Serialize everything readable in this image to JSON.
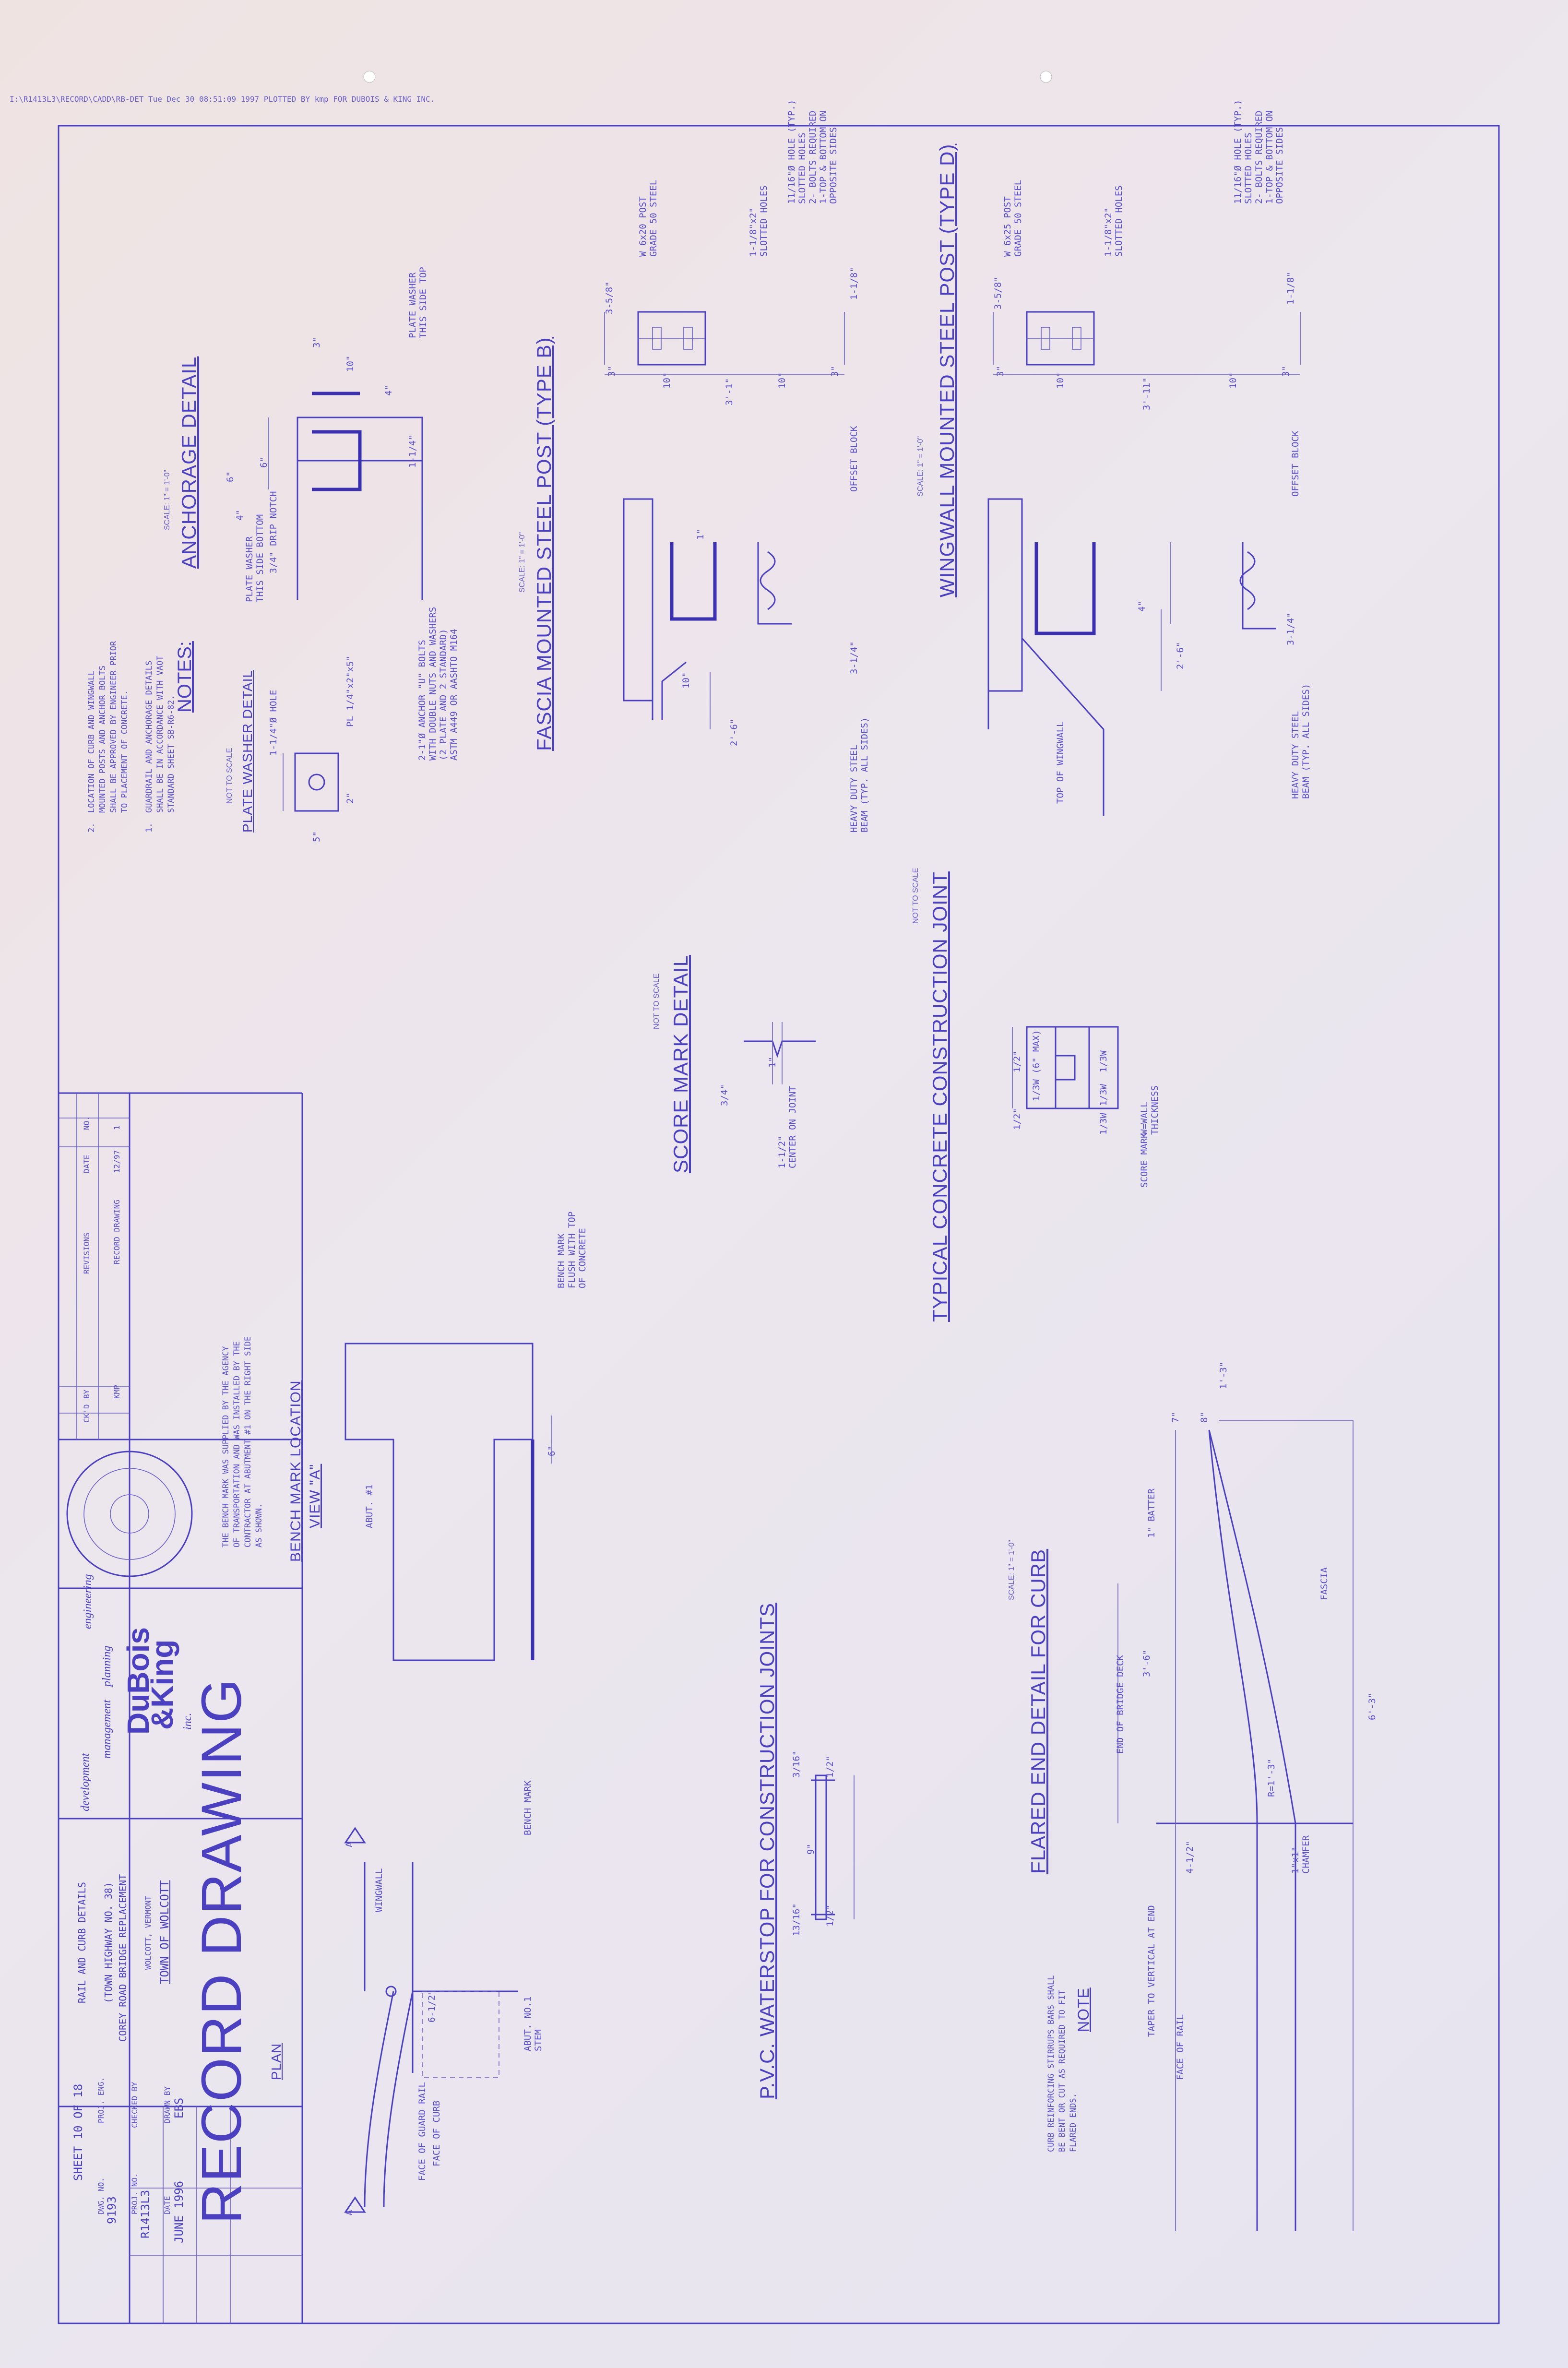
{
  "header": {
    "plot_info": "I:\\R1413L3\\RECORD\\CADD\\RB-DET  Tue Dec 30 08:51:09 1997  PLOTTED BY kmp FOR DUBOIS & KING INC."
  },
  "wingwall": {
    "title": "WINGWALL MOUNTED STEEL POST (TYPE D)",
    "scale": "SCALE: 1\" = 1'-0\"",
    "labels": {
      "hole": "11/16\"Ø HOLE (TYP.)\nSLOTTED HOLES\n2- BOLTS REQUIRED\n1-TOP & BOTTOM ON\nOPPOSITE SIDES",
      "slotted": "1-1/8\"x2\"\nSLOTTED HOLES",
      "post": "W 6x25 POST\nGRADE 50 STEEL",
      "d1": "1-1/8\"",
      "d2": "3-5/8\"",
      "d3": "3\"",
      "d4": "10\"",
      "d5": "3'-11\"",
      "d6": "10\"",
      "d7": "3\"",
      "offset": "OFFSET BLOCK",
      "d8": "3-1/4\"",
      "beam": "HEAVY DUTY STEEL\nBEAM (TYP. ALL SIDES)",
      "d9": "4\"",
      "d10": "2'-6\"",
      "top": "TOP OF WINGWALL"
    }
  },
  "fascia": {
    "title": "FASCIA MOUNTED STEEL POST (TYPE B)",
    "scale": "SCALE: 1\" = 1'-0\"",
    "labels": {
      "hole": "11/16\"Ø HOLE (TYP.)\nSLOTTED HOLES\n2- BOLTS REQUIRED\n1-TOP & BOTTOM ON\nOPPOSITE SIDES",
      "slotted": "1-1/8\"x2\"\nSLOTTED HOLES",
      "post": "W 6x20 POST\nGRADE 50 STEEL",
      "d1": "1-1/8\"",
      "d2": "3-5/8\"",
      "d3": "3\"",
      "d4": "10\"",
      "d5": "3'-1\"",
      "d6": "10\"",
      "d7": "3\"",
      "offset": "OFFSET BLOCK",
      "d8": "3-1/4\"",
      "beam": "HEAVY DUTY STEEL\nBEAM (TYP. ALL SIDES)",
      "d9": "1\"",
      "d10": "2'-6\"",
      "d11": "10\""
    }
  },
  "anchorage": {
    "title": "ANCHORAGE DETAIL",
    "scale": "SCALE: 1\" = 1'-0\"",
    "labels": {
      "washer_top": "PLATE WASHER\nTHIS SIDE TOP",
      "d1": "3\"",
      "d2": "10\"",
      "d3": "4\"",
      "d4": "1-1/4\"",
      "d5": "6\"",
      "d6": "6\"",
      "d7": "4\"",
      "notch": "3/4\" DRIP NOTCH",
      "washer_bot": "PLATE WASHER\nTHIS SIDE BOTTOM",
      "bolts": "2-1\"Ø ANCHOR \"U\" BOLTS\nWITH DOUBLE NUTS AND WASHERS\n(2 PLATE AND 2 STANDARD)\nASTM A449 OR AASHTO M164"
    }
  },
  "plate_washer": {
    "title": "PLATE WASHER DETAIL",
    "scale": "NOT TO SCALE",
    "labels": {
      "plate": "PL 1/4\"x2\"x5\"",
      "hole": "1-1/4\"Ø HOLE",
      "d1": "2\"",
      "d2": "5\""
    }
  },
  "notes": {
    "title": "NOTES:",
    "items": [
      "1.  GUARDRAIL AND ANCHORAGE DETAILS\n    SHALL BE IN ACCORDANCE WITH VAOT\n    STANDARD SHEET SB-R6-82.",
      "2.  LOCATION OF CURB AND WINGWALL\n    MOUNTED POSTS AND ANCHOR BOLTS\n    SHALL BE APPROVED BY ENGINEER PRIOR\n    TO PLACEMENT OF CONCRETE."
    ]
  },
  "joint": {
    "title": "TYPICAL CONCRETE CONSTRUCTION JOINT",
    "scale": "NOT TO SCALE",
    "labels": {
      "d1": "1/3W (6\" MAX)",
      "w1": "1/3W",
      "w2": "1/3W",
      "w3": "1/3W",
      "w4": "1/2\"",
      "w5": "1/2\"",
      "thick": "W=WALL\nTHICKNESS",
      "score": "SCORE MARK"
    }
  },
  "score": {
    "title": "SCORE MARK DETAIL",
    "scale": "NOT TO SCALE",
    "labels": {
      "d1": "1\"",
      "d2": "3/4\"",
      "d3": "1-1/2\"\nCENTER ON JOINT"
    }
  },
  "flared": {
    "title": "FLARED END DETAIL FOR CURB",
    "scale": "SCALE: 1\" = 1'-0\"",
    "labels": {
      "d1": "1'-3\"",
      "d2": "7\"",
      "d3": "8\"",
      "batter": "1\" BATTER",
      "fascia": "FASCIA",
      "d4": "3'-6\"",
      "deck": "END OF BRIDGE DECK",
      "d5": "6'-3\"",
      "d6": "4-1/2\"",
      "taper": "TAPER TO VERTICAL AT END",
      "chamfer": "1\"x1\"\nCHAMFER",
      "radius": "R=1'-3\"",
      "rail": "FACE OF RAIL"
    },
    "note_title": "NOTE",
    "note": "CURB REINFORCING STIRRUPS BARS SHALL\nBE BENT OR CUT AS REQUIRED TO FIT\nFLARED ENDS."
  },
  "waterstop": {
    "title": "P.V.C. WATERSTOP FOR CONSTRUCTION JOINTS",
    "labels": {
      "d1": "3/16\"",
      "d2": "13/16\"",
      "d3": "9\"",
      "d4": "1/2\"",
      "d5": "1/2\""
    }
  },
  "benchmark": {
    "view": "VIEW \"A\"",
    "title": "BENCH MARK LOCATION",
    "labels": {
      "bm": "BENCH MARK\nFLUSH WITH TOP\nOF CONCRETE",
      "d1": "6\"",
      "abut": "ABUT. #1"
    },
    "note": "THE BENCH MARK WAS SUPPLIED BY THE AGENCY\nOF TRANSPORTATION AND WAS INSTALLED BY THE\nCONTRACTOR AT ABUTMENT #1 ON THE RIGHT SIDE\nAS SHOWN."
  },
  "plan": {
    "title": "PLAN",
    "labels": {
      "bm": "BENCH MARK",
      "abut": "ABUT. NO.1\nSTEM",
      "wing": "WINGWALL",
      "d1": "6-1/2\"",
      "curb": "FACE OF CURB",
      "rail": "FACE OF GUARD RAIL",
      "sec1": "A",
      "sec2": "A"
    }
  },
  "record_stamp": "RECORD DRAWING",
  "revisions": {
    "rows": [
      {
        "no": "1",
        "date": "12/97",
        "desc": "RECORD DRAWING",
        "by": "KMP",
        "ck": ""
      }
    ],
    "headers": [
      "NO.",
      "DATE",
      "REVISIONS",
      "BY",
      "CK'D"
    ]
  },
  "firm": {
    "name1": "DuBois",
    "name2": "&King",
    "suffix": "inc.",
    "services": [
      "engineering",
      "planning",
      "management",
      "development"
    ]
  },
  "project": {
    "town": "TOWN OF WOLCOTT",
    "state": "WOLCOTT, VERMONT",
    "project1": "COREY ROAD BRIDGE REPLACEMENT",
    "project2": "(TOWN HIGHWAY NO. 38)",
    "sheet_title": "RAIL AND CURB DETAILS"
  },
  "titleblock": {
    "drawn_label": "DRAWN BY",
    "drawn": "EBS",
    "date_label": "DATE",
    "date": "JUNE 1996",
    "checked_label": "CHECKED BY",
    "checked": "",
    "proj_label": "PROJ. NO.",
    "proj": "R1413L3",
    "eng_label": "PROJ. ENG.",
    "eng": "",
    "dwg_label": "DWG. NO.",
    "dwg": "9193",
    "sheet": "SHEET 10 OF 18"
  },
  "colors": {
    "ink": "#4b40c0",
    "paper": "#ece4e8"
  }
}
